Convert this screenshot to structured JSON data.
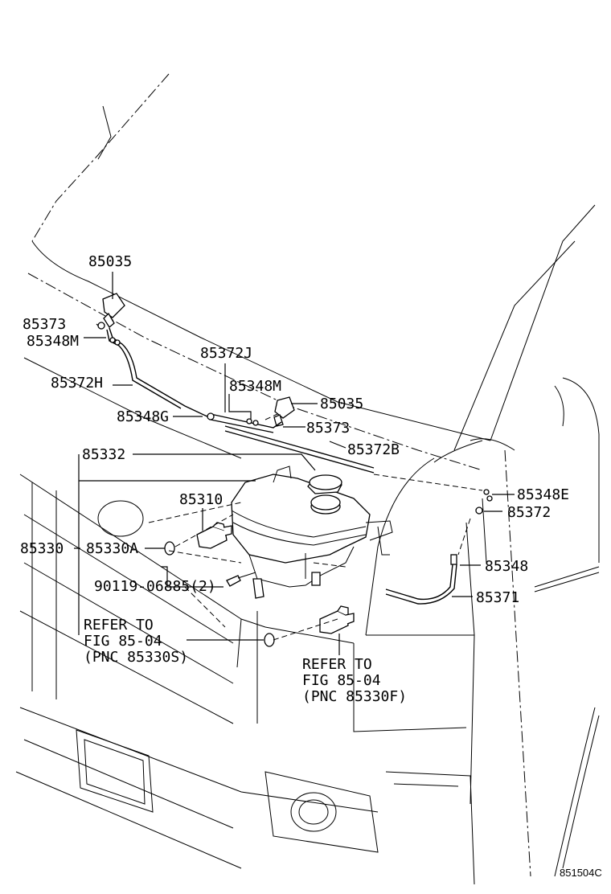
{
  "figure_code": "851504C",
  "labels": {
    "p85035_top": "85035",
    "p85373_left": "85373",
    "p85348M_left": "85348M",
    "p85372H": "85372H",
    "p85372J": "85372J",
    "p85348M_mid": "85348M",
    "p85035_mid": "85035",
    "p85348G": "85348G",
    "p85373_mid": "85373",
    "p85372B": "85372B",
    "p85332": "85332",
    "p85348E": "85348E",
    "p85372": "85372",
    "p85310": "85310",
    "p85330": "85330",
    "p85330A": "85330A",
    "p85348": "85348",
    "p90119": "90119-06885(2)",
    "p85371": "85371"
  },
  "references": {
    "left": [
      "REFER TO",
      "FIG 85-04",
      "(PNC 85330S)"
    ],
    "right": [
      "REFER TO",
      "FIG 85-04",
      "(PNC 85330F)"
    ]
  }
}
